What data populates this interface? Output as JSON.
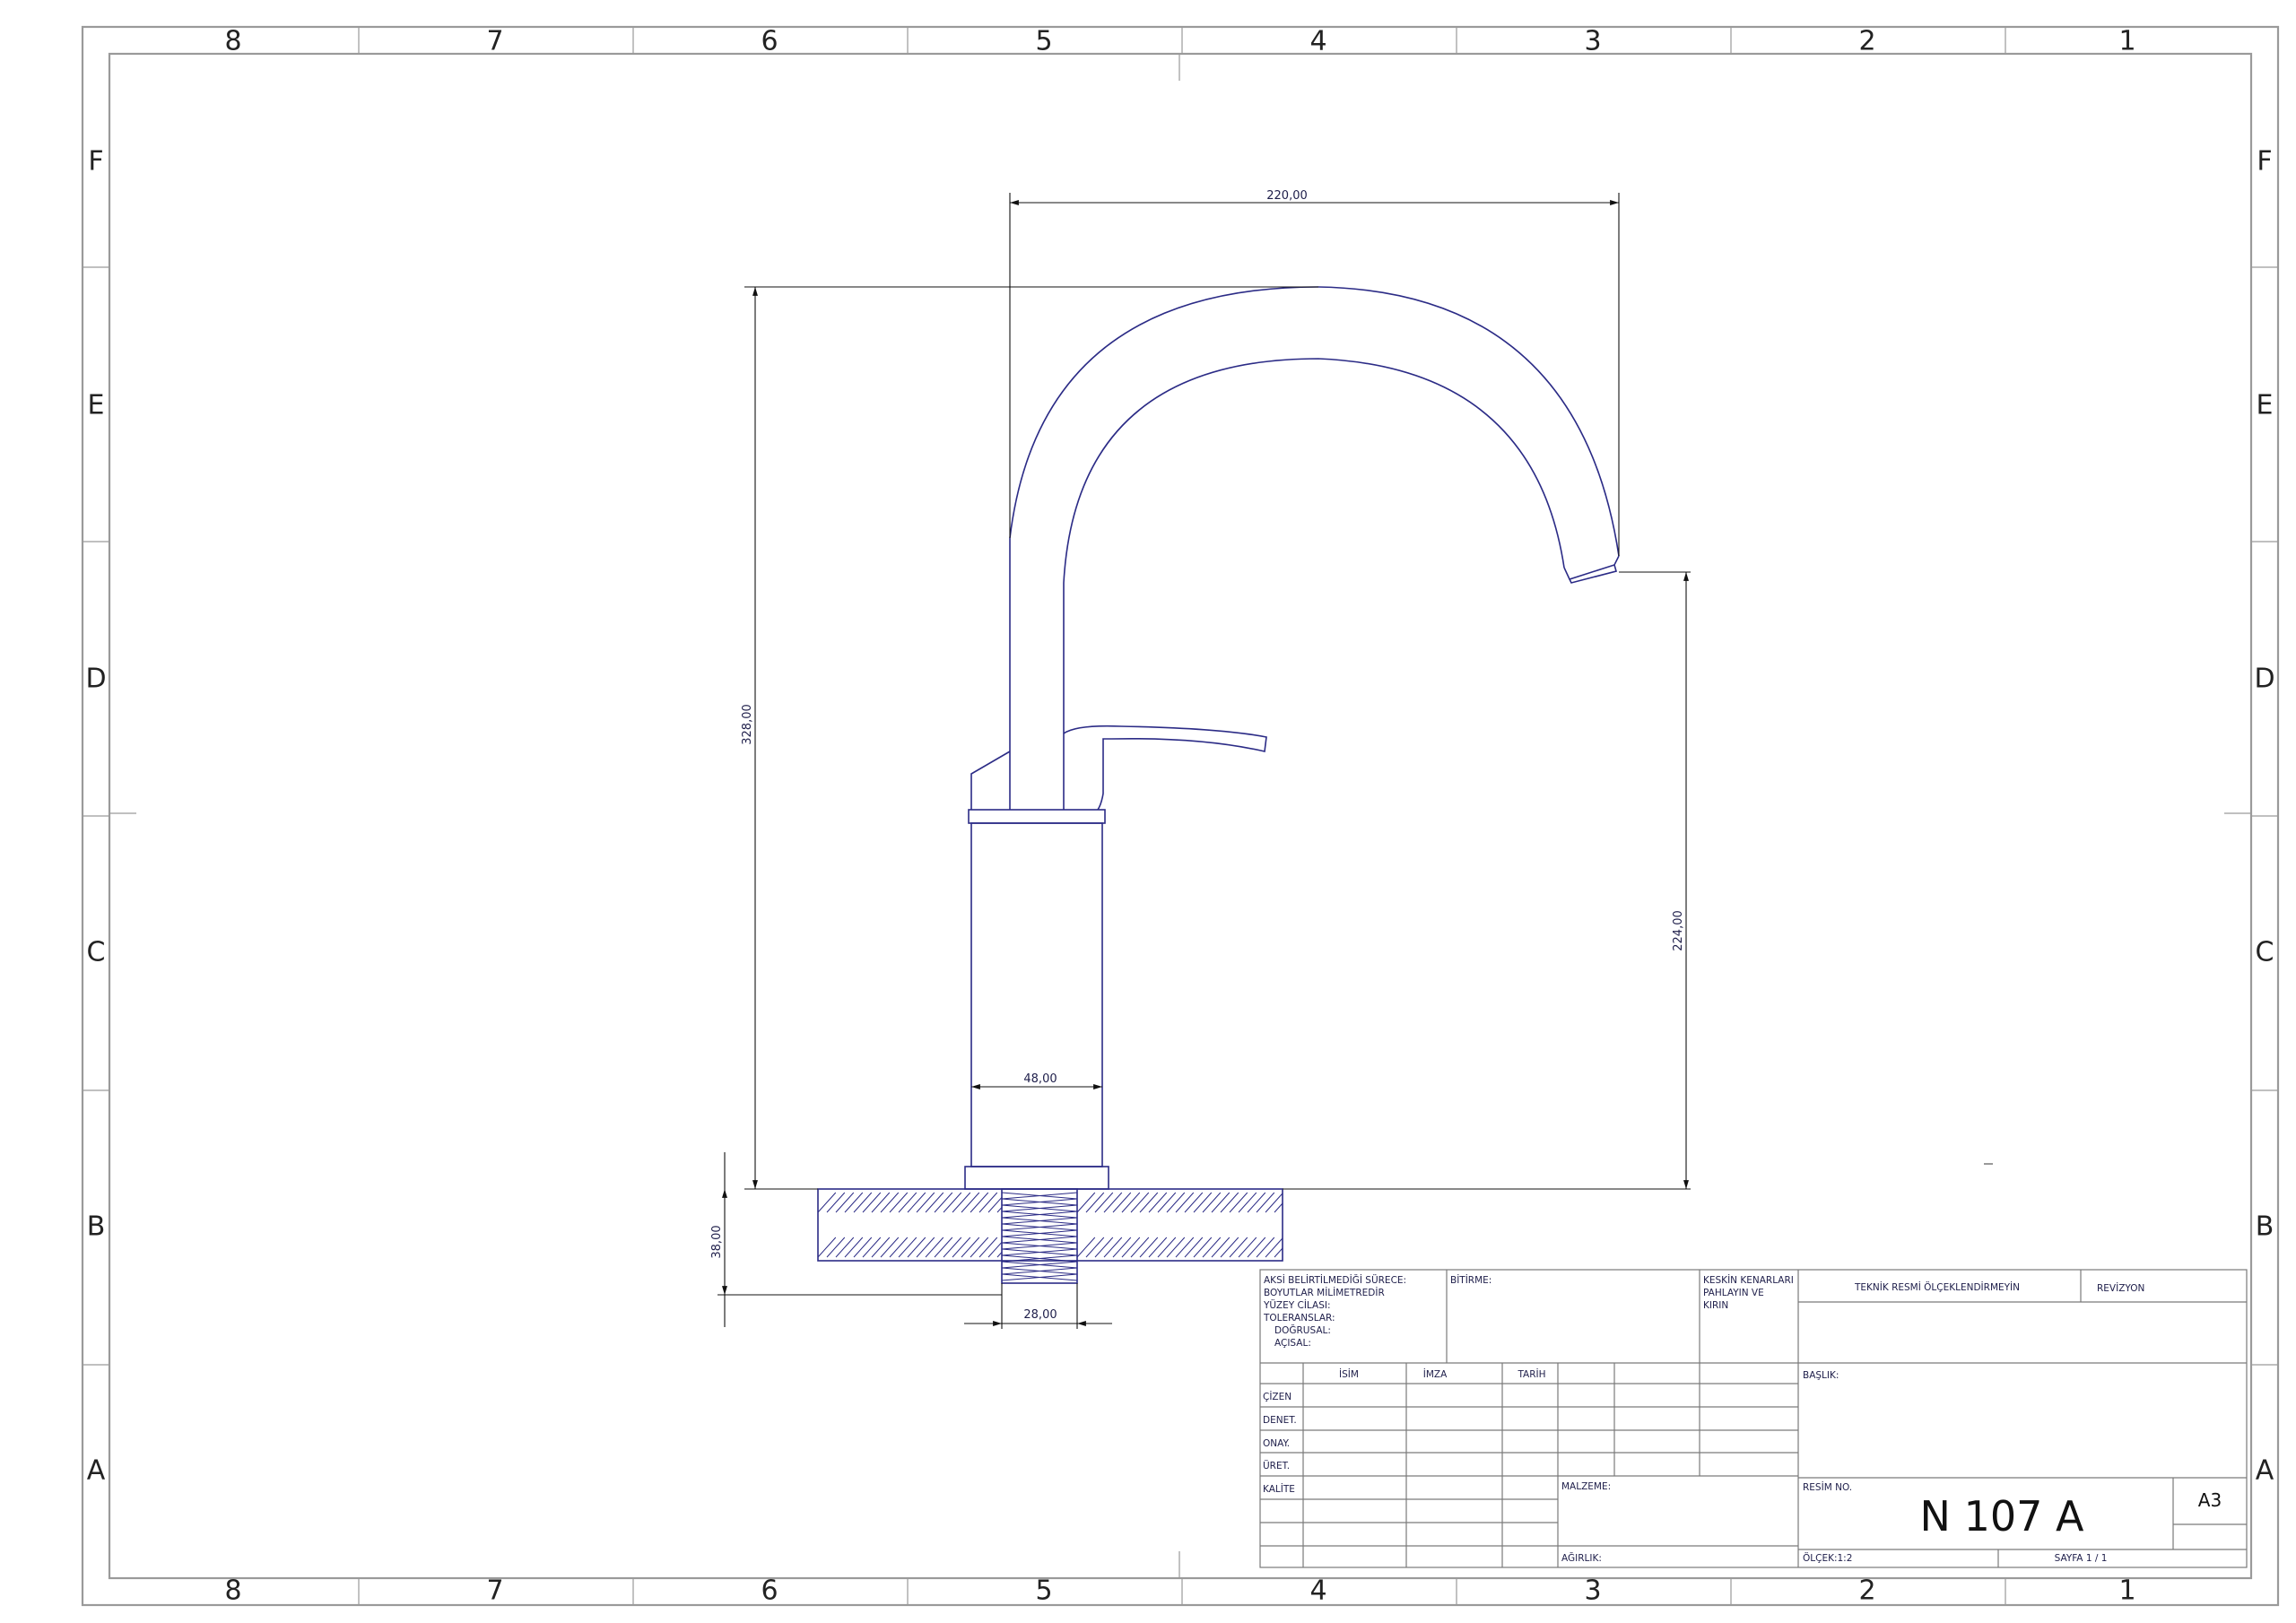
{
  "sheet": {
    "columns_top": [
      "8",
      "7",
      "6",
      "5",
      "4",
      "3",
      "2",
      "1"
    ],
    "columns_bottom": [
      "8",
      "7",
      "6",
      "5",
      "4",
      "3",
      "2",
      "1"
    ],
    "rows_left": [
      "F",
      "E",
      "D",
      "C",
      "B",
      "A"
    ],
    "rows_right": [
      "F",
      "E",
      "D",
      "C",
      "B",
      "A"
    ],
    "line_color": "#2b2b86"
  },
  "dimensions": {
    "width_spout": "220,00",
    "height_total": "328,00",
    "height_outlet": "224,00",
    "body_width": "48,00",
    "thread_length": "38,00",
    "thread_width": "28,00"
  },
  "title_block": {
    "notes": [
      "AKSİ BELİRTİLMEDİĞİ SÜRECE:",
      "BOYUTLAR MİLİMETREDİR",
      "YÜZEY CİLASI:",
      "TOLERANSLAR:",
      "DOĞRUSAL:",
      "AÇISAL:"
    ],
    "finish_label": "BİTİRME:",
    "edges_note": [
      "KESKİN KENARLARI",
      "PAHLAYIN VE",
      "KIRIN"
    ],
    "do_not_scale": "TEKNİK RESMİ ÖLÇEKLENDİRMEYİN",
    "revision_label": "REVİZYON",
    "col_headers": [
      "İSİM",
      "İMZA",
      "TARİH"
    ],
    "roles": [
      "ÇİZEN",
      "DENET.",
      "ONAY.",
      "ÜRET.",
      "KALİTE"
    ],
    "title_label": "BAŞLIK:",
    "material_label": "MALZEME:",
    "drawing_no_label": "RESİM NO.",
    "drawing_no": "N 107 A",
    "sheet_size": "A3",
    "weight_label": "AĞIRLIK:",
    "scale_label": "ÖLÇEK:1:2",
    "page_label": "SAYFA 1 / 1"
  }
}
